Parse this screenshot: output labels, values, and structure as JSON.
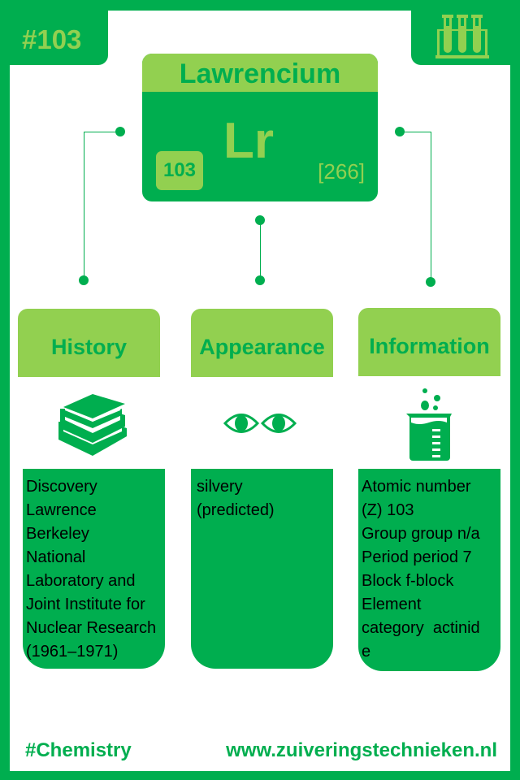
{
  "badge": "#103",
  "element": {
    "name": "Lawrencium",
    "symbol": "Lr",
    "atomic_number": "103",
    "mass": "[266]"
  },
  "sections": [
    {
      "title": "History",
      "text": "Discovery\nLawrence\nBerkeley\nNational\nLaboratory and\nJoint Institute for\nNuclear Research\n(1961–1971)"
    },
    {
      "title": "Appearance",
      "text": "silvery\n(predicted)"
    },
    {
      "title": "Information",
      "text": "Atomic number\n(Z) 103\nGroup group n/a\nPeriod period 7\nBlock f-block\nElement\ncategory  actinid\ne"
    }
  ],
  "footer": {
    "tag": "#Chemistry",
    "url": "www.zuiveringstechnieken.nl"
  },
  "colors": {
    "dark": "#00AE4F",
    "light": "#92D050"
  }
}
